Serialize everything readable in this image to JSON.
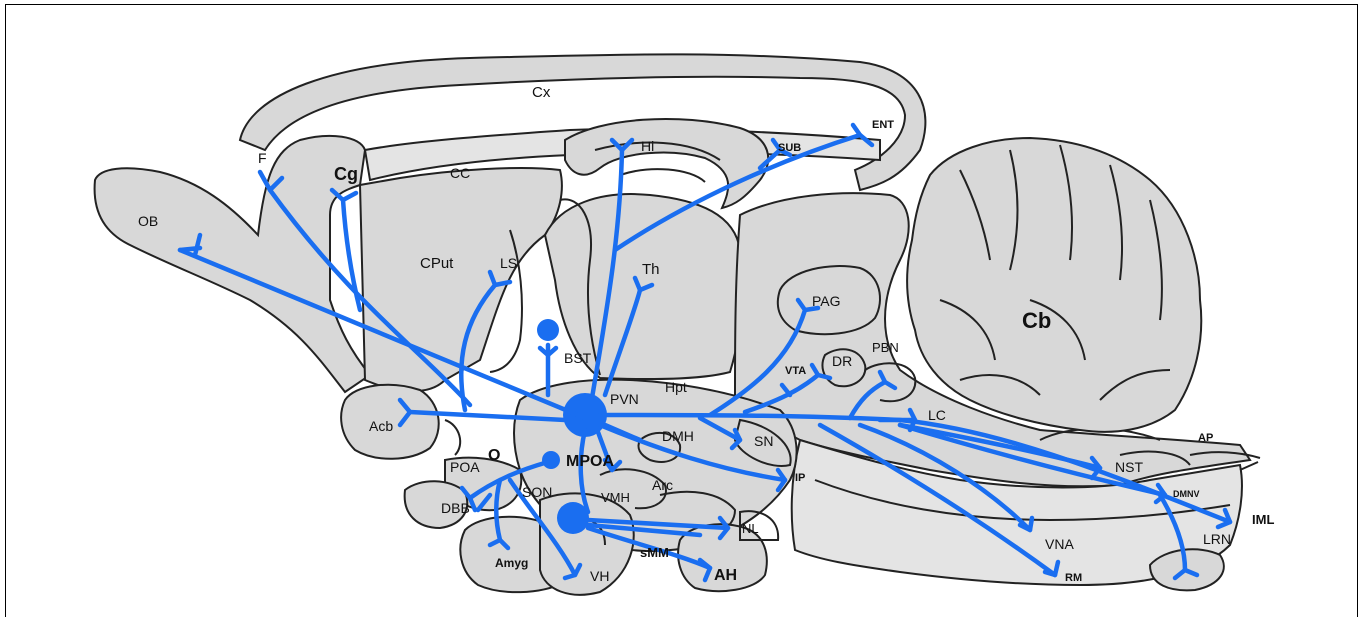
{
  "colors": {
    "projection": "#1a6ef0",
    "tissue": "#d8d8d8",
    "outline": "#222222"
  },
  "labels": {
    "cx": "Cx",
    "hi": "Hi",
    "sub": "SUB",
    "ent": "ENT",
    "f": "F",
    "cg": "Cg",
    "cc": "CC",
    "ob": "OB",
    "cput": "CPut",
    "ls": "LS",
    "th": "Th",
    "cb": "Cb",
    "pag": "PAG",
    "bst": "BST",
    "dr": "DR",
    "pbn": "PBN",
    "vta": "VTA",
    "hpt": "Hpt",
    "pvn": "PVN",
    "lc": "LC",
    "acb": "Acb",
    "dmh": "DMH",
    "sn": "SN",
    "ap": "AP",
    "poa": "POA",
    "o": "O",
    "mpoa": "MPOA",
    "nst": "NST",
    "ip": "IP",
    "son": "SON",
    "arc": "Arc",
    "vmh": "VMH",
    "dmnv": "DMNV",
    "dbb": "DBB",
    "iml": "IML",
    "nl": "NL",
    "lrn": "LRN",
    "vna": "VNA",
    "smm": "sMM",
    "amyg": "Amyg",
    "vh": "VH",
    "ah": "AH",
    "rm": "RM"
  }
}
